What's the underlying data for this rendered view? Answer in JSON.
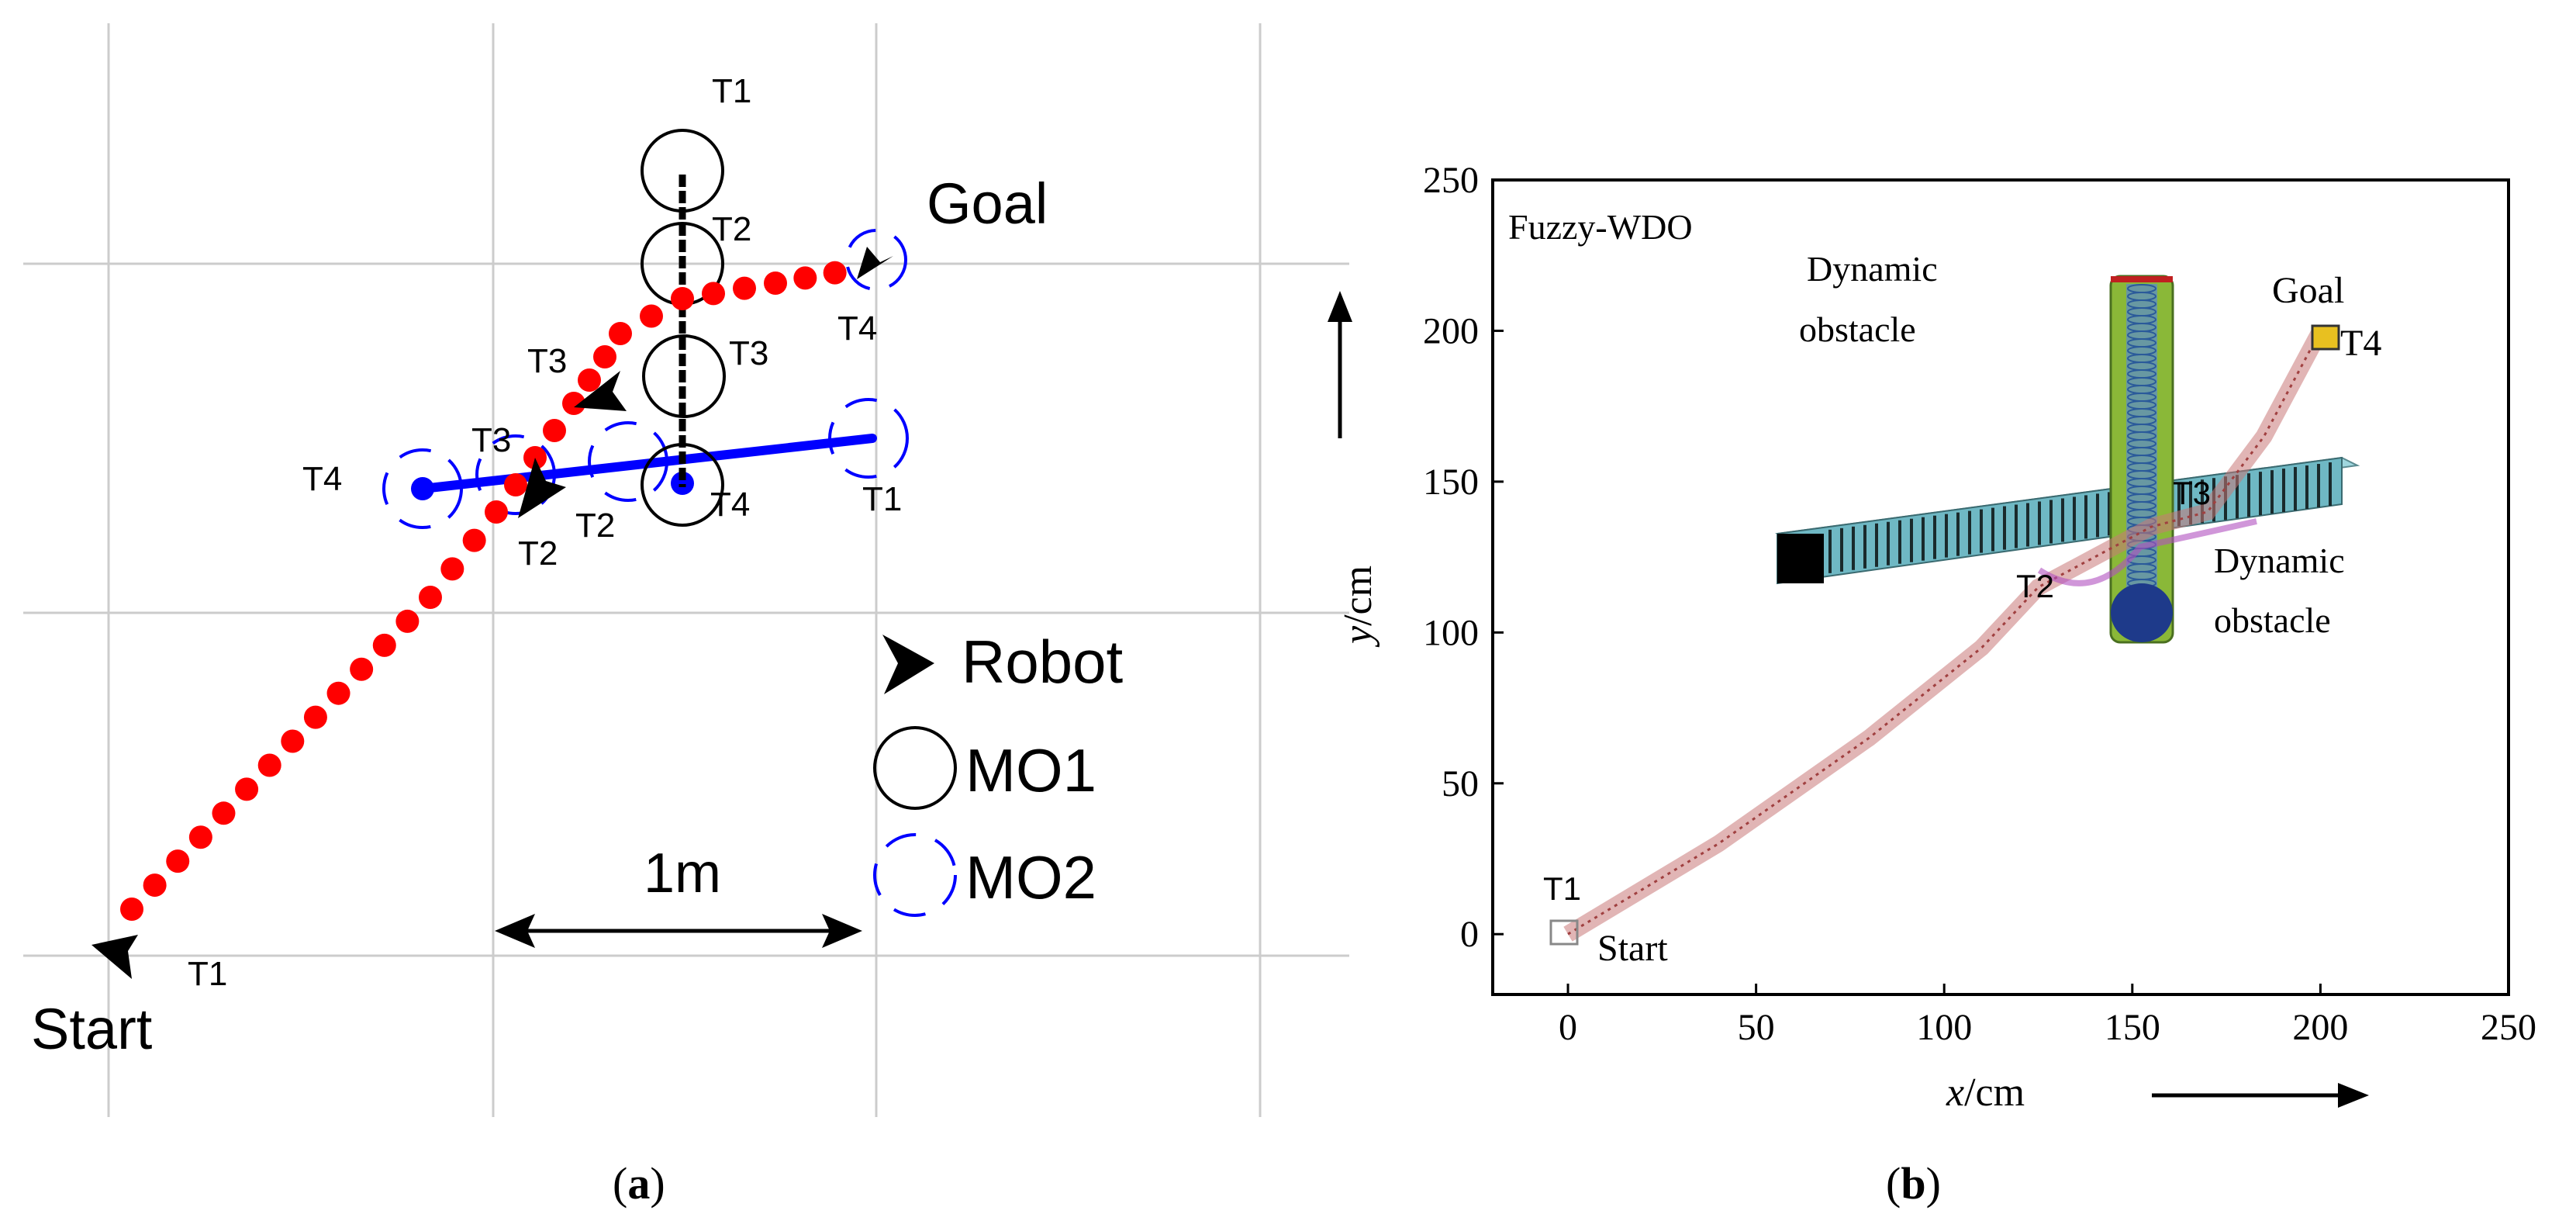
{
  "panel_a": {
    "caption_letter": "a",
    "scale_label": "1m",
    "start_label": "Start",
    "goal_label": "Goal",
    "time_labels": {
      "robot": [
        "T1",
        "T2",
        "T3",
        "T4"
      ],
      "mo1": [
        "T1",
        "T2",
        "T3",
        "T4"
      ],
      "mo2": [
        "T1",
        "T2",
        "T3",
        "T4"
      ]
    },
    "legend": [
      "Robot",
      "MO1",
      "MO2"
    ],
    "colors": {
      "robot_path": "#ff0000",
      "mo1": "#000000",
      "mo2": "#0000ff",
      "grid": "#cccccc"
    }
  },
  "panel_b": {
    "caption_letter": "b",
    "chart_data": {
      "type": "line",
      "title": "Fuzzy-WDO",
      "xlabel_var": "x",
      "xlabel_unit": "/cm",
      "ylabel_var": "y",
      "ylabel_unit": "/cm",
      "xlim": [
        -20,
        250
      ],
      "ylim": [
        -20,
        250
      ],
      "xticks": [
        0,
        50,
        100,
        150,
        200,
        250
      ],
      "yticks": [
        0,
        50,
        100,
        150,
        200,
        250
      ],
      "grid": false,
      "series": [
        {
          "role": "robot-path",
          "x": [
            0,
            40,
            80,
            110,
            125,
            140,
            155,
            170,
            185,
            200
          ],
          "y": [
            0,
            30,
            65,
            95,
            115,
            125,
            135,
            140,
            165,
            200
          ]
        }
      ],
      "annotations": [
        {
          "text": "Start",
          "x": 2,
          "y": -4
        },
        {
          "text": "T1",
          "x": -5,
          "y": 12
        },
        {
          "text": "T2",
          "x": 120,
          "y": 118
        },
        {
          "text": "T3",
          "x": 160,
          "y": 147
        },
        {
          "text": "T4",
          "x": 205,
          "y": 198
        },
        {
          "text": "Goal",
          "x": 190,
          "y": 215
        },
        {
          "text": "Dynamic obstacle",
          "x": 100,
          "y": 212,
          "lines": [
            "Dynamic",
            "obstacle"
          ]
        },
        {
          "text": "Dynamic obstacle",
          "x": 190,
          "y": 122,
          "lines": [
            "Dynamic",
            "obstacle"
          ]
        }
      ],
      "obstacles": [
        {
          "kind": "vertical-bar",
          "color": "#8ab838"
        },
        {
          "kind": "horizontal-bar",
          "color": "#6fb8c4"
        }
      ],
      "colors": {
        "path": "#c87878",
        "start_marker": "#888888",
        "goal_marker": "#e8c020"
      }
    }
  }
}
